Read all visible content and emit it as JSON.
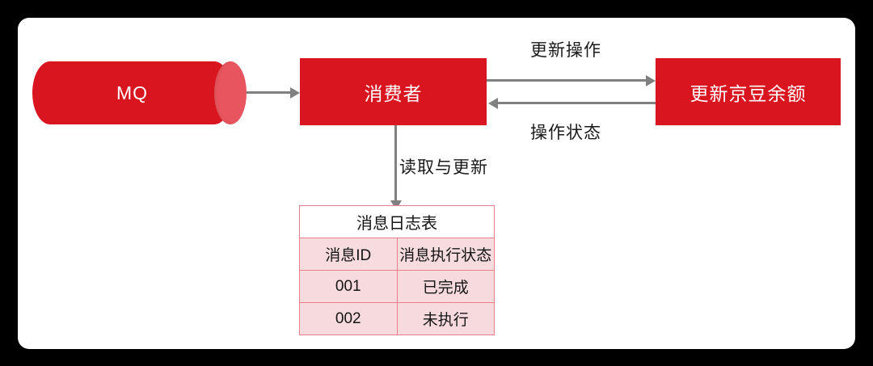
{
  "diagram": {
    "nodes": {
      "mq": {
        "label": "MQ",
        "shape": "cylinder",
        "color": "#D9151F"
      },
      "consumer": {
        "label": "消费者",
        "shape": "rectangle",
        "color": "#D9151F"
      },
      "update_balance": {
        "label": "更新京豆余额",
        "shape": "rectangle",
        "color": "#D9151F"
      }
    },
    "edges": [
      {
        "from": "mq",
        "to": "consumer",
        "label": "",
        "direction": "right"
      },
      {
        "from": "consumer",
        "to": "update_balance",
        "label": "更新操作",
        "direction": "right"
      },
      {
        "from": "update_balance",
        "to": "consumer",
        "label": "操作状态",
        "direction": "left"
      },
      {
        "from": "consumer",
        "to": "message_log_table",
        "label": "读取与更新",
        "direction": "down"
      }
    ],
    "edge_labels": {
      "update_operation": "更新操作",
      "operation_status": "操作状态",
      "read_and_update": "读取与更新"
    },
    "table": {
      "title": "消息日志表",
      "columns": [
        "消息ID",
        "消息执行状态"
      ],
      "rows": [
        [
          "001",
          "已完成"
        ],
        [
          "002",
          "未执行"
        ]
      ]
    },
    "colors": {
      "node_red": "#D9151F",
      "cylinder_cap": "#E8555E",
      "arrow_gray": "#808080",
      "table_border": "#E8808A",
      "table_fill": "#F6DADE",
      "canvas": "#ffffff",
      "backdrop": "#000000"
    }
  }
}
